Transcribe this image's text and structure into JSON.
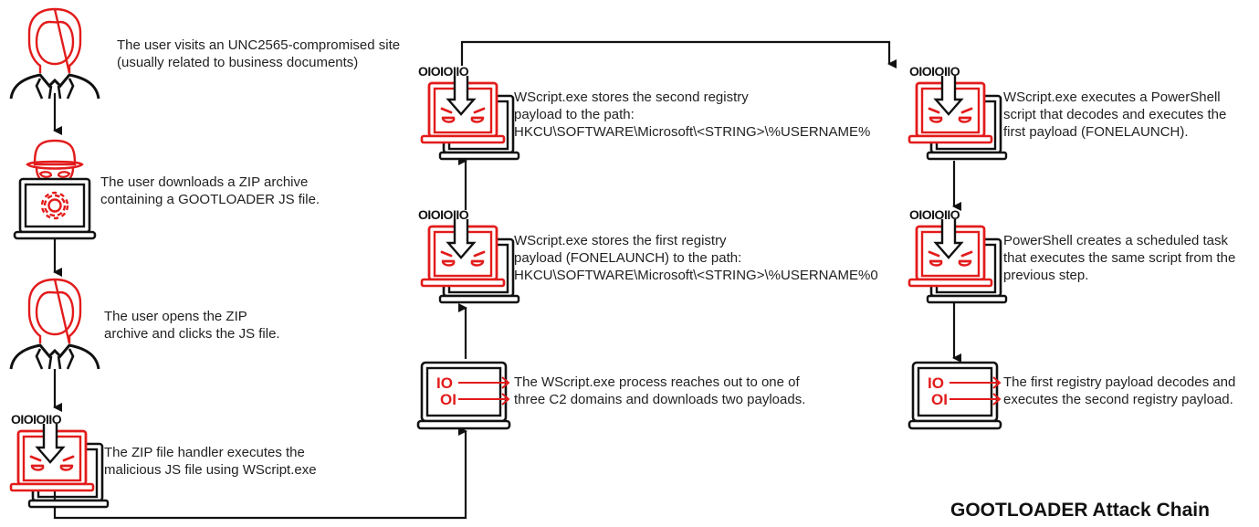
{
  "title": "GOOTLOADER Attack Chain",
  "colors": {
    "accent": "#e31b1b",
    "stroke": "#111111",
    "text": "#222222"
  },
  "binary_label": "OIOIOIIO",
  "io_labels": [
    "IO",
    "OI"
  ],
  "steps": [
    {
      "id": 1,
      "icon": "user-icon",
      "lines": [
        "The user visits an UNC2565-compromised site",
        "(usually related to business documents)"
      ]
    },
    {
      "id": 2,
      "icon": "hacker-laptop-gear-icon",
      "lines": [
        "The user downloads a ZIP archive",
        "containing a GOOTLOADER JS file."
      ]
    },
    {
      "id": 3,
      "icon": "user-icon",
      "lines": [
        "The user opens the ZIP",
        "archive and clicks the JS file."
      ]
    },
    {
      "id": 4,
      "icon": "malware-laptop-icon",
      "lines": [
        "The ZIP file handler executes the",
        "malicious JS file using WScript.exe"
      ]
    },
    {
      "id": 5,
      "icon": "network-laptop-icon",
      "lines": [
        "The WScript.exe process reaches out to one of",
        "three C2 domains and downloads two payloads."
      ]
    },
    {
      "id": 6,
      "icon": "malware-laptop-icon",
      "lines": [
        "WScript.exe stores the first registry",
        "payload (FONELAUNCH) to the path:",
        "HKCU\\SOFTWARE\\Microsoft\\<STRING>\\%USERNAME%0"
      ]
    },
    {
      "id": 7,
      "icon": "malware-laptop-icon",
      "lines": [
        "WScript.exe stores the second registry",
        "payload to the path:",
        "HKCU\\SOFTWARE\\Microsoft\\<STRING>\\%USERNAME%"
      ]
    },
    {
      "id": 8,
      "icon": "malware-laptop-icon",
      "lines": [
        "WScript.exe executes a PowerShell",
        "script that decodes and executes the",
        "first payload (FONELAUNCH)."
      ]
    },
    {
      "id": 9,
      "icon": "malware-laptop-icon",
      "lines": [
        "PowerShell creates a scheduled task",
        "that executes the same script from the",
        "previous step."
      ]
    },
    {
      "id": 10,
      "icon": "network-laptop-icon",
      "lines": [
        "The first registry payload decodes and",
        "executes the second registry payload."
      ]
    }
  ],
  "flow": [
    "1->2",
    "2->3",
    "3->4",
    "4->5",
    "5->6",
    "6->7",
    "7->8",
    "8->9",
    "9->10"
  ]
}
